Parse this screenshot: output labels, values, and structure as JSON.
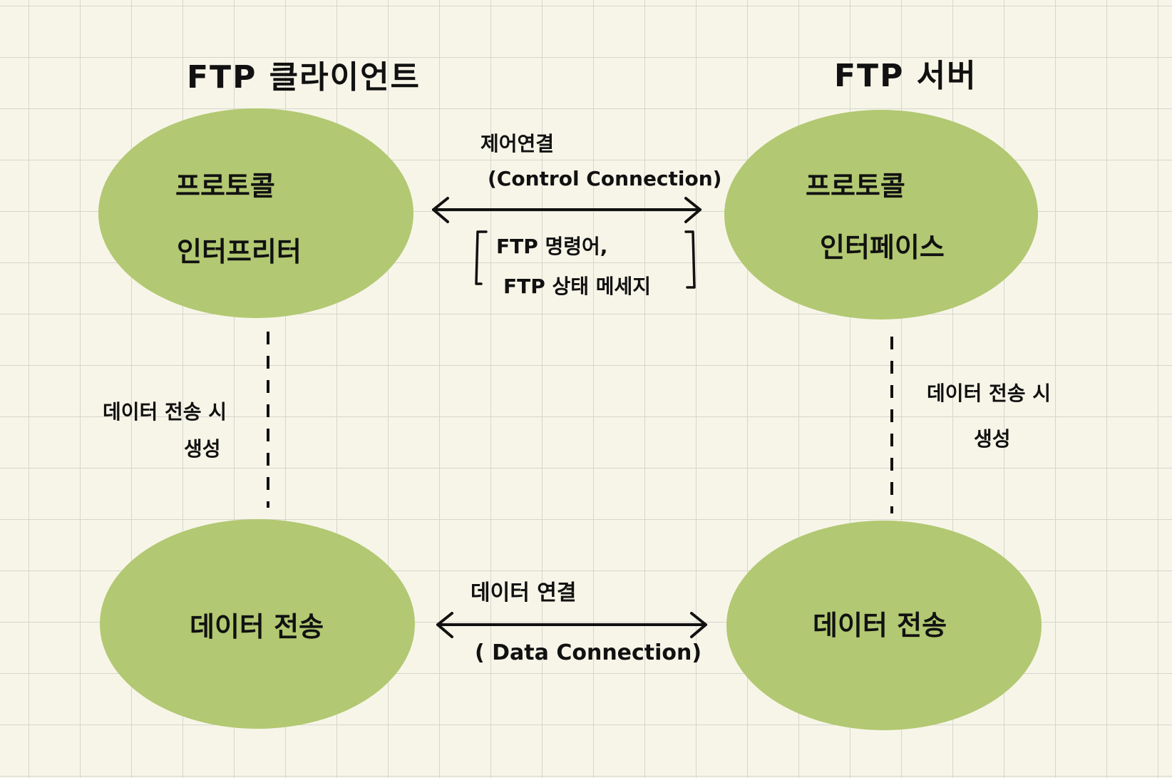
{
  "client": {
    "title": "FTP 클라이언트",
    "protocol_node": {
      "line1": "프로토콜",
      "line2": "인터프리터"
    },
    "data_node": {
      "label": "데이터 전송"
    },
    "link_note": {
      "line1": "데이터 전송 시",
      "line2": "생성"
    }
  },
  "server": {
    "title": "FTP 서버",
    "protocol_node": {
      "line1": "프로토콜",
      "line2": "인터페이스"
    },
    "data_node": {
      "label": "데이터 전송"
    },
    "link_note": {
      "line1": "데이터 전송 시",
      "line2": "생성"
    }
  },
  "control_connection": {
    "label": "제어연결",
    "english": "(Control Connection)",
    "detail_line1": "FTP 명령어,",
    "detail_line2": "FTP 상태 메세지"
  },
  "data_connection": {
    "label": "데이터 연결",
    "english": "( Data Connection)"
  },
  "colors": {
    "node_fill": "#b2c872",
    "background": "#f7f5e8",
    "grid": "#d6d6cc",
    "ink": "#111111"
  }
}
